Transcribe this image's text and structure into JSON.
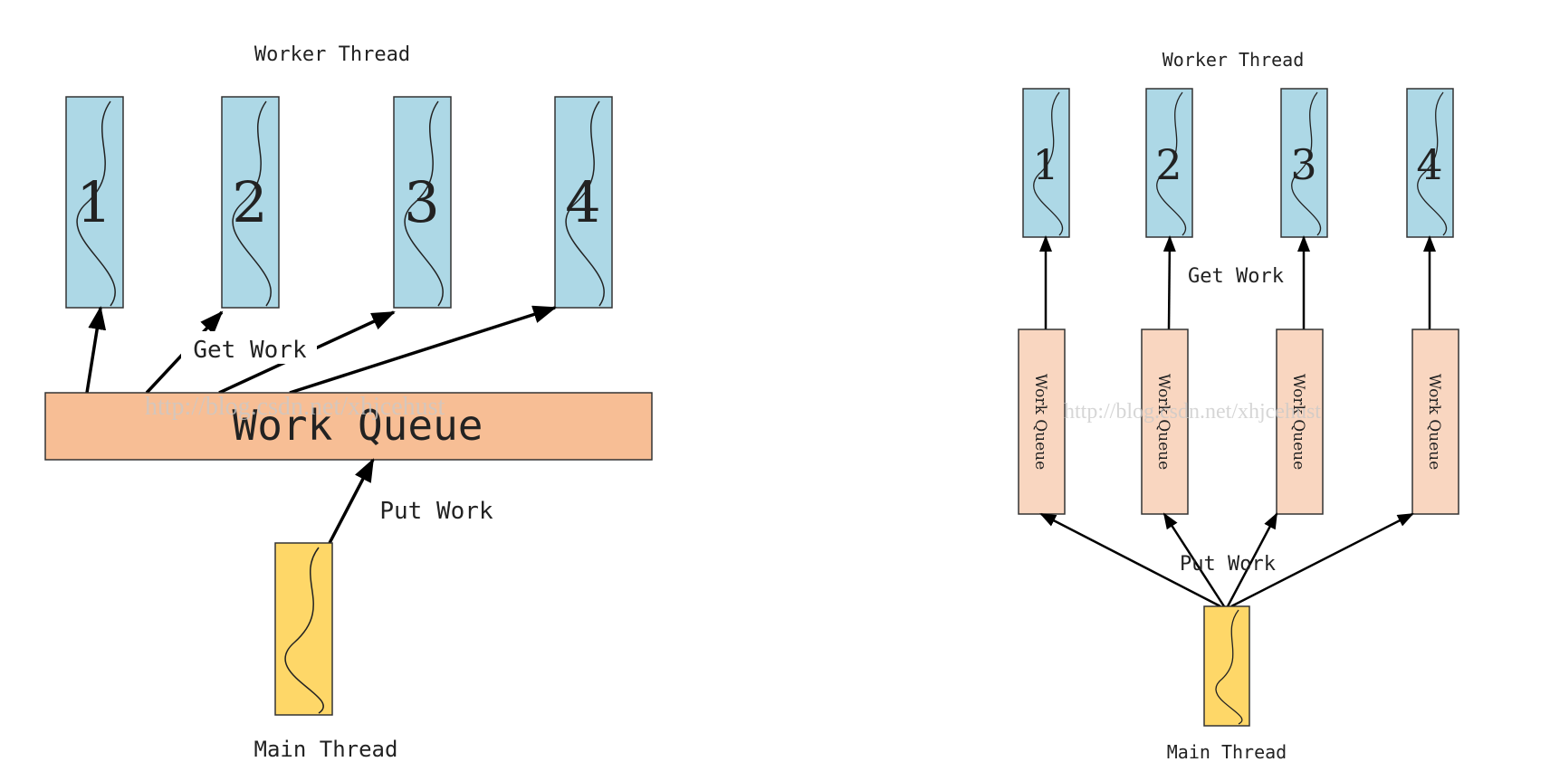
{
  "left": {
    "title": "Worker Thread",
    "workers": [
      "1",
      "2",
      "3",
      "4"
    ],
    "get_label": "Get Work",
    "queue_label": "Work Queue",
    "put_label": "Put Work",
    "main_label": "Main Thread",
    "watermark": "http://blog.csdn.net/xhjcehust"
  },
  "right": {
    "title": "Worker Thread",
    "workers": [
      "1",
      "2",
      "3",
      "4"
    ],
    "get_label": "Get Work",
    "queues": [
      "Work Queue",
      "Work Queue",
      "Work Queue",
      "Work Queue"
    ],
    "put_label": "Put Work",
    "main_label": "Main Thread",
    "watermark": "http://blog.csdn.net/xhjcehust"
  },
  "colors": {
    "worker_fill": "#add8e6",
    "queue_fill": "#f7be95",
    "queue_small_fill": "#f9d6c0",
    "main_fill": "#fed768",
    "stroke": "#333333",
    "arrow": "#000000"
  }
}
